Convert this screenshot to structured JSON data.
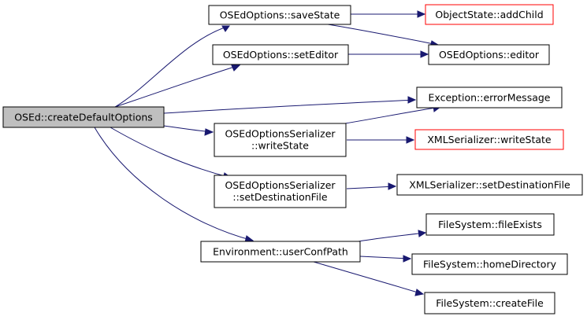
{
  "nodes": {
    "root": "OSEd::createDefaultOptions",
    "saveState": "OSEdOptions::saveState",
    "setEditor": "OSEdOptions::setEditor",
    "addChild": "ObjectState::addChild",
    "editor": "OSEdOptions::editor",
    "errorMessage": "Exception::errorMessage",
    "writeState_l1": "OSEdOptionsSerializer",
    "writeState_l2": "::writeState",
    "xmlWriteState": "XMLSerializer::writeState",
    "setDest_l1": "OSEdOptionsSerializer",
    "setDest_l2": "::setDestinationFile",
    "xmlSetDest": "XMLSerializer::setDestinationFile",
    "userConfPath": "Environment::userConfPath",
    "fileExists": "FileSystem::fileExists",
    "homeDirectory": "FileSystem::homeDirectory",
    "createFile": "FileSystem::createFile"
  },
  "colors": {
    "edge": "#191970",
    "root_fill": "#bfbfbf",
    "undocumented_border": "#ff0000",
    "border": "#000000"
  }
}
